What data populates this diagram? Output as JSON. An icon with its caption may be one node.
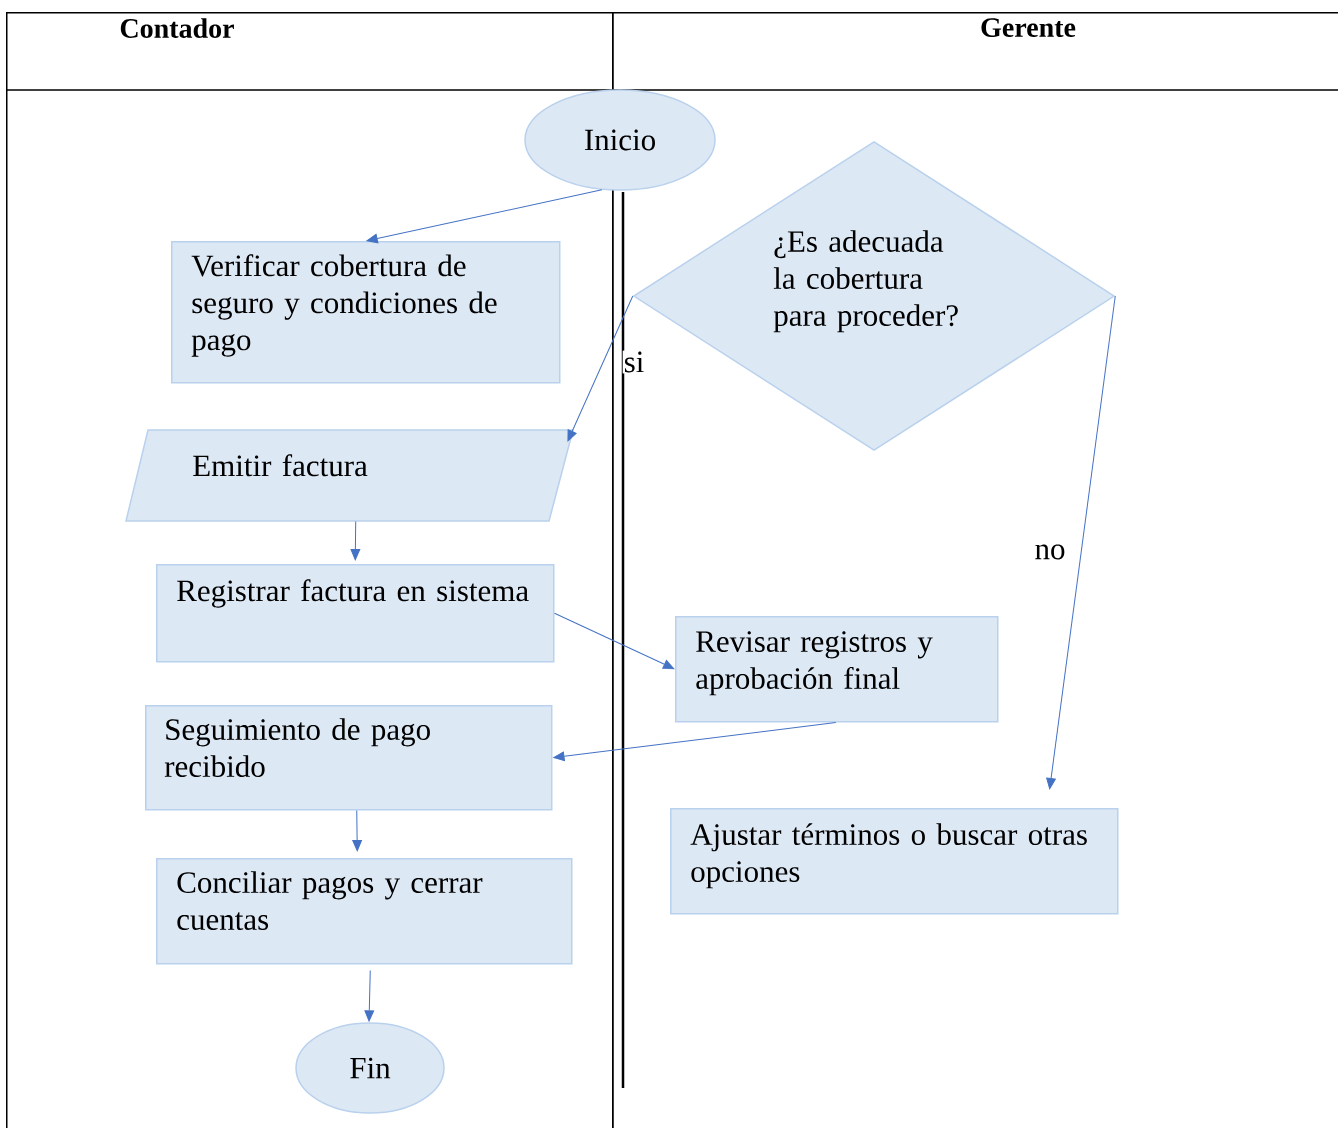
{
  "diagram": {
    "nodes": [
      {
        "text": [
          "Contador"
        ]
      },
      {
        "text": [
          "Gerente"
        ]
      },
      {
        "text": [
          "Inicio"
        ]
      },
      {
        "text": [
          "Verificar cobertura de seguro y condiciones de pago"
        ],
        "in": 0
      },
      {
        "text": [
          "¿Es adecuada la cobertura para proceder?"
        ],
        "in": 1
      },
      {
        "text": [
          "Emitir factura"
        ],
        "in": 0
      },
      {
        "text": [
          "Registrar factura en sistema"
        ],
        "in": 0
      },
      {
        "text": [
          "Revisar registros y aprobación final"
        ],
        "in": 1
      },
      {
        "text": [
          "Seguimiento de pago recibido"
        ],
        "in": 0
      },
      {
        "text": [
          "Conciliar pagos y cerrar cuentas"
        ],
        "in": 0
      },
      {
        "text": [
          "Fin"
        ],
        "in": 0
      },
      {
        "text": [
          "Ajustar términos o buscar otras opciones"
        ],
        "in": 1
      }
    ],
    "edges": [
      {
        "from": 2,
        "to": 3,
        "arrow": "to"
      },
      {
        "from": 4,
        "to": 5,
        "arrow": "to",
        "label": "si"
      },
      {
        "from": 4,
        "to": 11,
        "arrow": "to",
        "label": "no"
      },
      {
        "from": 5,
        "to": 6,
        "arrow": "to"
      },
      {
        "from": 6,
        "to": 7,
        "arrow": "to"
      },
      {
        "from": 7,
        "to": 8,
        "arrow": "to"
      },
      {
        "from": 8,
        "to": 9,
        "arrow": "to"
      },
      {
        "from": 9,
        "to": 10,
        "arrow": "to"
      }
    ]
  }
}
